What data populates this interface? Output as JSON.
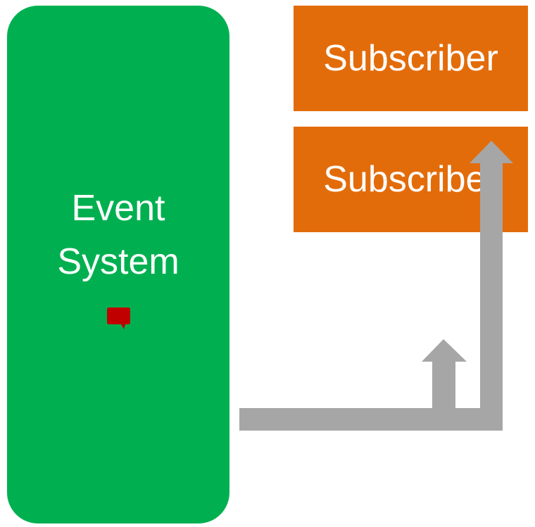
{
  "diagram": {
    "event_system": {
      "label_line1": "Event",
      "label_line2": "System",
      "icon": "message-icon"
    },
    "subscribers": [
      {
        "label": "Subscriber"
      },
      {
        "label": "Subscriber"
      }
    ],
    "connector": {
      "icon": "routing-arrow-icon"
    }
  },
  "colors": {
    "event_system_fill": "#00b050",
    "subscriber_fill": "#e36c0a",
    "arrow_fill": "#a6a6a6",
    "message_icon_fill": "#c00000"
  }
}
